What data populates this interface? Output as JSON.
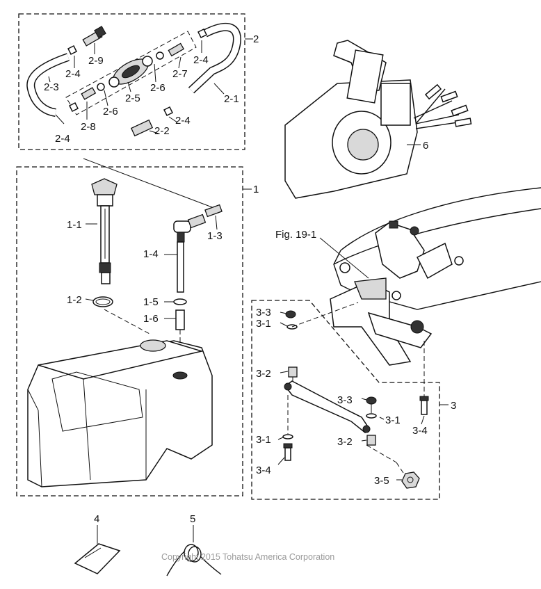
{
  "diagram": {
    "labels": {
      "g2": "2",
      "p2_1": "2-1",
      "p2_2": "2-2",
      "p2_3": "2-3",
      "p2_4a": "2-4",
      "p2_4b": "2-4",
      "p2_4c": "2-4",
      "p2_4d": "2-4",
      "p2_5": "2-5",
      "p2_6a": "2-6",
      "p2_6b": "2-6",
      "p2_7": "2-7",
      "p2_8": "2-8",
      "p2_9": "2-9",
      "g1": "1",
      "p1_1": "1-1",
      "p1_2": "1-2",
      "p1_3": "1-3",
      "p1_4": "1-4",
      "p1_5": "1-5",
      "p1_6": "1-6",
      "g6": "6",
      "fig": "Fig. 19-1",
      "g3": "3",
      "p3_1a": "3-1",
      "p3_1b": "3-1",
      "p3_1c": "3-1",
      "p3_2a": "3-2",
      "p3_2b": "3-2",
      "p3_3a": "3-3",
      "p3_3b": "3-3",
      "p3_4a": "3-4",
      "p3_4b": "3-4",
      "p3_5": "3-5",
      "g4": "4",
      "g5": "5"
    },
    "copyright": "Copyright 2015 Tohatsu America Corporation"
  }
}
